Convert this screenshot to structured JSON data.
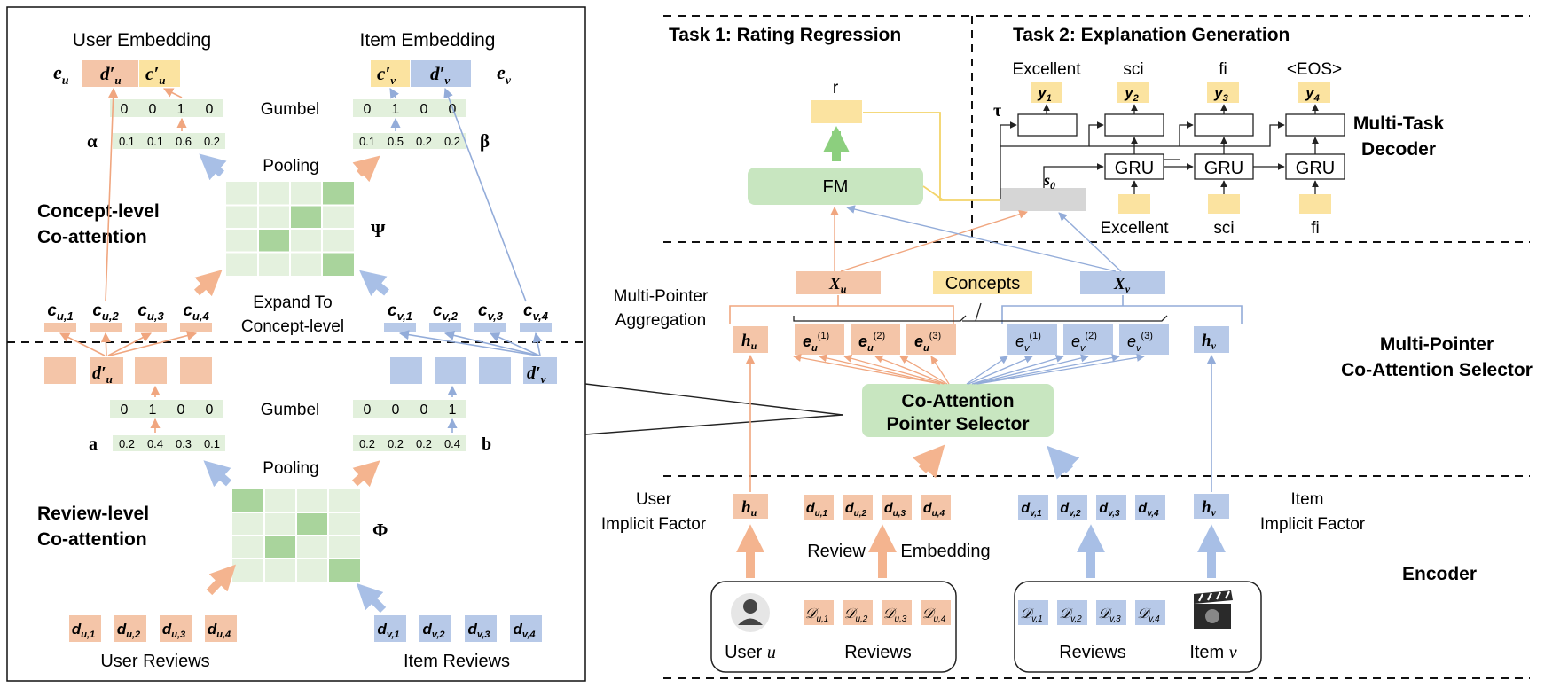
{
  "colors": {
    "user": "#f4c5a8",
    "user_edge": "#e2a07c",
    "item": "#b7c9e8",
    "item_edge": "#8aa3d3",
    "concept": "#fbe3a0",
    "green": "#c8e6c0",
    "green_light": "#e6f2e0",
    "green_dark": "#a8d4a0",
    "gray": "#d6d6d6"
  },
  "left": {
    "user_embedding_label": "User Embedding",
    "item_embedding_label": "Item Embedding",
    "e_u": "e",
    "e_u_sub": "u",
    "e_v": "e",
    "e_v_sub": "v",
    "d_u_prime": "d′",
    "c_u_prime": "c′",
    "c_v_prime": "c′",
    "d_v_prime": "d′",
    "sub_u": "u",
    "sub_v": "v",
    "gumbel_label_top": "Gumbel",
    "gumbel_user_top": [
      "0",
      "0",
      "1",
      "0"
    ],
    "gumbel_item_top": [
      "0",
      "1",
      "0",
      "0"
    ],
    "alpha": "α",
    "beta": "β",
    "alpha_values": [
      "0.1",
      "0.1",
      "0.6",
      "0.2"
    ],
    "beta_values": [
      "0.1",
      "0.5",
      "0.2",
      "0.2"
    ],
    "pooling_top": "Pooling",
    "concept_coattention_line1": "Concept-level",
    "concept_coattention_line2": "Co-attention",
    "psi": "Ψ",
    "expand_line1": "Expand To",
    "expand_line2": "Concept-level",
    "c_user": [
      {
        "base": "c",
        "sub": "u,1"
      },
      {
        "base": "c",
        "sub": "u,2"
      },
      {
        "base": "c",
        "sub": "u,3"
      },
      {
        "base": "c",
        "sub": "u,4"
      }
    ],
    "c_item": [
      {
        "base": "c",
        "sub": "v,1"
      },
      {
        "base": "c",
        "sub": "v,2"
      },
      {
        "base": "c",
        "sub": "v,3"
      },
      {
        "base": "c",
        "sub": "v,4"
      }
    ],
    "gumbel_label_bottom": "Gumbel",
    "gumbel_user_bottom": [
      "0",
      "1",
      "0",
      "0"
    ],
    "gumbel_item_bottom": [
      "0",
      "0",
      "0",
      "1"
    ],
    "a": "a",
    "b": "b",
    "a_values": [
      "0.2",
      "0.4",
      "0.3",
      "0.1"
    ],
    "b_values": [
      "0.2",
      "0.2",
      "0.2",
      "0.4"
    ],
    "pooling_bottom": "Pooling",
    "review_coattention_line1": "Review-level",
    "review_coattention_line2": "Co-attention",
    "phi": "Φ",
    "d_user": [
      {
        "base": "d",
        "sub": "u,1"
      },
      {
        "base": "d",
        "sub": "u,2"
      },
      {
        "base": "d",
        "sub": "u,3"
      },
      {
        "base": "d",
        "sub": "u,4"
      }
    ],
    "d_item": [
      {
        "base": "d",
        "sub": "v,1"
      },
      {
        "base": "d",
        "sub": "v,2"
      },
      {
        "base": "d",
        "sub": "v,3"
      },
      {
        "base": "d",
        "sub": "v,4"
      }
    ],
    "user_reviews_label": "User Reviews",
    "item_reviews_label": "Item Reviews"
  },
  "right": {
    "task1": "Task 1: Rating Regression",
    "task2": "Task 2: Explanation Generation",
    "r": "r",
    "fm": "FM",
    "tau": "τ",
    "s0": "s",
    "s0_sub": "0",
    "gru": "GRU",
    "decoder_outputs": [
      "Excellent",
      "sci",
      "fi",
      "<EOS>"
    ],
    "y_labels": [
      {
        "base": "y",
        "sub": "1"
      },
      {
        "base": "y",
        "sub": "2"
      },
      {
        "base": "y",
        "sub": "3"
      },
      {
        "base": "y",
        "sub": "4"
      }
    ],
    "decoder_inputs": [
      "Excellent",
      "sci",
      "fi"
    ],
    "multi_task_decoder_line1": "Multi-Task",
    "multi_task_decoder_line2": "Decoder",
    "x_u": "X",
    "x_u_sub": "u",
    "x_v": "X",
    "x_v_sub": "v",
    "concepts": "Concepts",
    "multi_pointer_agg_line1": "Multi-Pointer",
    "multi_pointer_agg_line2": "Aggregation",
    "h_u": "h",
    "h_v": "h",
    "e_u_list": [
      {
        "base": "e",
        "sub": "u",
        "sup": "(1)"
      },
      {
        "base": "e",
        "sub": "u",
        "sup": "(2)"
      },
      {
        "base": "e",
        "sub": "u",
        "sup": "(3)"
      }
    ],
    "e_v_list": [
      {
        "base": "e",
        "sub": "v",
        "sup": "(1)"
      },
      {
        "base": "e",
        "sub": "v",
        "sup": "(2)"
      },
      {
        "base": "e",
        "sub": "v",
        "sup": "(3)"
      }
    ],
    "selector_line1": "Multi-Pointer",
    "selector_line2": "Co-Attention Selector",
    "coatt_line1": "Co-Attention",
    "coatt_line2": "Pointer Selector",
    "user_implicit_line1": "User",
    "user_implicit_line2": "Implicit Factor",
    "item_implicit_line1": "Item",
    "item_implicit_line2": "Implicit Factor",
    "review_label": "Review",
    "embedding_label": "Embedding",
    "encoder": "Encoder",
    "D_user": [
      {
        "base": "𝒟",
        "sub": "u,1"
      },
      {
        "base": "𝒟",
        "sub": "u,2"
      },
      {
        "base": "𝒟",
        "sub": "u,3"
      },
      {
        "base": "𝒟",
        "sub": "u,4"
      }
    ],
    "D_item": [
      {
        "base": "𝒟",
        "sub": "v,1"
      },
      {
        "base": "𝒟",
        "sub": "v,2"
      },
      {
        "base": "𝒟",
        "sub": "v,3"
      },
      {
        "base": "𝒟",
        "sub": "v,4"
      }
    ],
    "user_caption": "User",
    "user_caption_var": "u",
    "reviews_caption_user": "Reviews",
    "reviews_caption_item": "Reviews",
    "item_caption": "Item",
    "item_caption_var": "v",
    "user_icon": "user-icon",
    "item_icon": "clapperboard-icon"
  }
}
